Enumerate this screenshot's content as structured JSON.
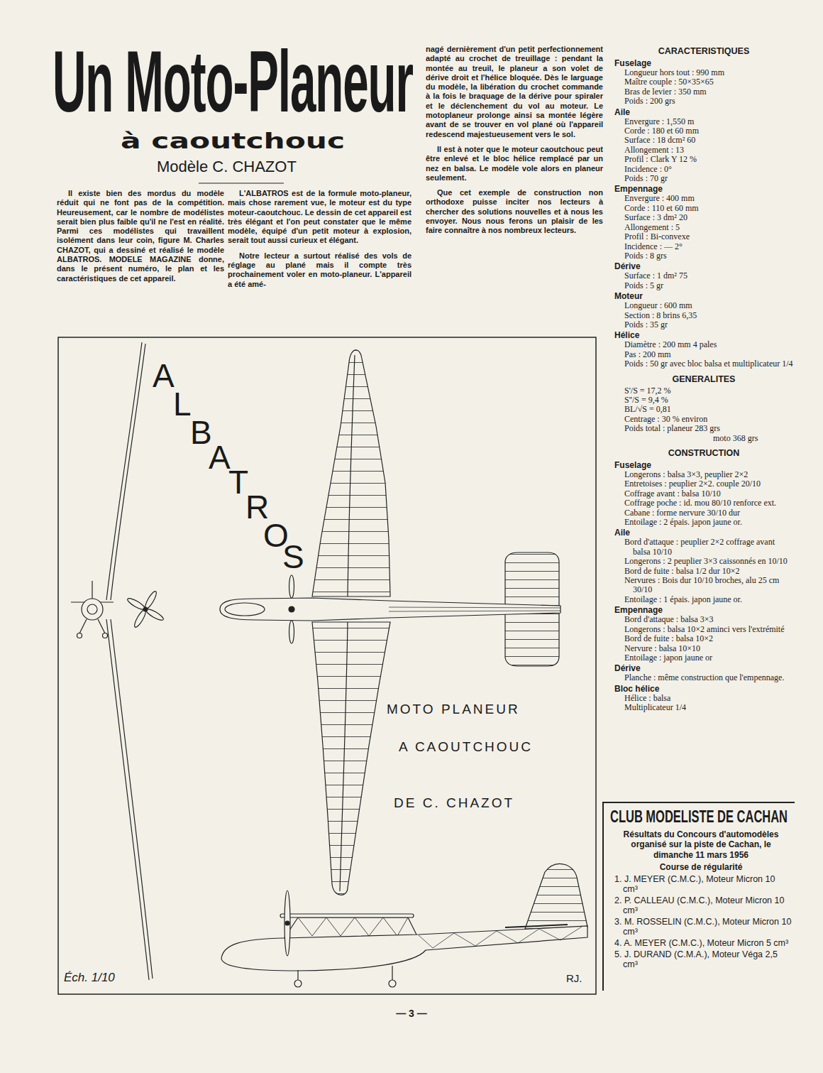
{
  "diagram": {
    "title": "Un Moto-Planeur",
    "labels": [
      "à caoutchouc",
      "Modèle C. CHAZOT",
      "Il existe bien des mordus du modèle réduit qui ne font pas de la compétition. Heureusement, car le nombre de modélistes serait bien plus faible qu'il ne l'est en réalité. Parmi ces modélistes qui travaillent isolément dans leur coin, figure M. Charles CHAZOT, qui a dessiné et réalisé le modèle ALBATROS. MODELE MAGAZINE donne, dans le présent numéro, le plan et les caractéristiques de cet appareil.",
      "L'ALBATROS est de la formule moto-planeur, mais chose rarement vue, le moteur est du type moteur-caoutchouc. Le dessin de cet appareil est très élégant et l'on peut constater que le même modèle, équipé d'un petit moteur à explosion, serait tout aussi curieux et élégant.",
      "Notre lecteur a surtout réalisé des vols de réglage au plané mais il compte très prochainement voler en moto-planeur. L'appareil a été amé-",
      "nagé dernièrement d'un petit perfectionnement adapté au crochet de treuillage : pendant la montée au treuil, le planeur a son volet de dérive droit et l'hélice bloquée. Dès le larguage du modèle, la libération du crochet commande à la fois le braquage de la dérive pour spiraler et le déclenchement du vol au moteur. Le motoplaneur prolonge ainsi sa montée légère avant de se trouver en vol plané où l'appareil redescend majestueusement vers le sol.",
      "Il est à noter que le moteur caoutchouc peut être enlevé et le bloc hélice remplacé par un nez en balsa. Le modèle vole alors en planeur seulement.",
      "Que cet exemple de construction non orthodoxe puisse inciter nos lecteurs à chercher des solutions nouvelles et à nous les envoyer. Nous nous ferons un plaisir de les faire connaître à nos nombreux lecteurs.",
      "CARACTERISTIQUES",
      "Fuselage",
      "Longueur hors tout : 990 mm",
      "Maître couple : 50×35×65",
      "Bras de levier : 350 mm",
      "Poids : 200 grs",
      "Aile",
      "Envergure : 1,550 m",
      "Corde : 180 et 60 mm",
      "Surface : 18 dcm² 60",
      "Allongement : 13",
      "Profil : Clark Y 12 %",
      "Incidence : 0°",
      "Poids : 70 gr",
      "Empennage",
      "Envergure : 400 mm",
      "Corde : 110 et 60 mm",
      "Surface : 3 dm² 20",
      "Allongement : 5",
      "Profil : Bi-convexe",
      "Incidence : — 2°",
      "Poids : 8 grs",
      "Dérive",
      "Surface : 1 dm² 75",
      "Poids : 5 gr",
      "Moteur",
      "Longueur : 600 mm",
      "Section : 8 brins 6,35",
      "Poids : 35 gr",
      "Hélice",
      "Diamètre : 200 mm 4 pales",
      "Pas : 200 mm",
      "Poids : 50 gr avec bloc balsa et multiplicateur 1/4",
      "GENERALITES",
      "S'/S = 17,2 %",
      "S''/S = 9,4 %",
      "BL/√S = 0,81",
      "Centrage : 30 % environ",
      "Poids total : planeur 283 grs",
      "moto 368 grs",
      "CONSTRUCTION",
      "Fuselage",
      "Longerons : balsa 3×3, peuplier 2×2",
      "Entretoises : peuplier 2×2. couple 20/10",
      "Coffrage avant : balsa 10/10",
      "Coffrage poche : id. mou 80/10 renforce ext.",
      "Cabane : forme nervure 30/10 dur",
      "Entoilage : 2 épais. japon jaune or.",
      "Aile",
      "Bord d'attaque : peuplier 2×2 coffrage avant balsa 10/10",
      "Longerons : 2 peuplier 3×3 caissonnés en 10/10",
      "Bord de fuite : balsa 1/2 dur 10×2",
      "Nervures : Bois dur 10/10 broches, alu 25 cm 30/10",
      "Entoilage : 1 épais. japon jaune or.",
      "Empennage",
      "Bord d'attaque : balsa 3×3",
      "Longerons : balsa 10×2 aminci vers l'extrémité",
      "Bord de fuite : balsa 10×2",
      "Nervure : balsa 10×10",
      "Entoilage : japon jaune or",
      "Dérive",
      "Planche : même construction que l'empennage.",
      "Bloc hélice",
      "Hélice : balsa",
      "Multiplicateur 1/4",
      "ALBATROS",
      "MOTO PLANEUR",
      "A CAOUTCHOUC",
      "DE C. CHAZOT",
      "Éch. 1/10",
      "RJ.",
      "CLUB MODELISTE DE CACHAN",
      "Résultats du Concours d'automodèles organisé sur la piste de Cachan, le dimanche 11 mars 1956",
      "Course de régularité",
      "1. J. MEYER (C.M.C.), Moteur Micron 10 cm³",
      "2. P. CALLEAU (C.M.C.), Moteur Micron 10 cm³",
      "3. M. ROSSELIN (C.M.C.), Moteur Micron 10 cm³",
      "4. A. MEYER (C.M.C.), Moteur Micron 5 cm³",
      "5. J. DURAND (C.M.A.), Moteur Véga 2,5 cm³",
      "— 3 —"
    ]
  }
}
